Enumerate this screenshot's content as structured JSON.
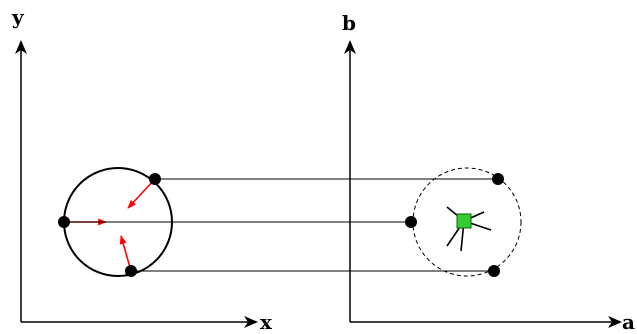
{
  "left_panel": {
    "x_axis_label": "x",
    "y_axis_label": "y"
  },
  "right_panel": {
    "x_axis_label": "a",
    "y_axis_label": "b"
  },
  "colors": {
    "line": "#000000",
    "arrow": "#ff0000",
    "point": "#000000",
    "center_marker": "#33cc33"
  }
}
